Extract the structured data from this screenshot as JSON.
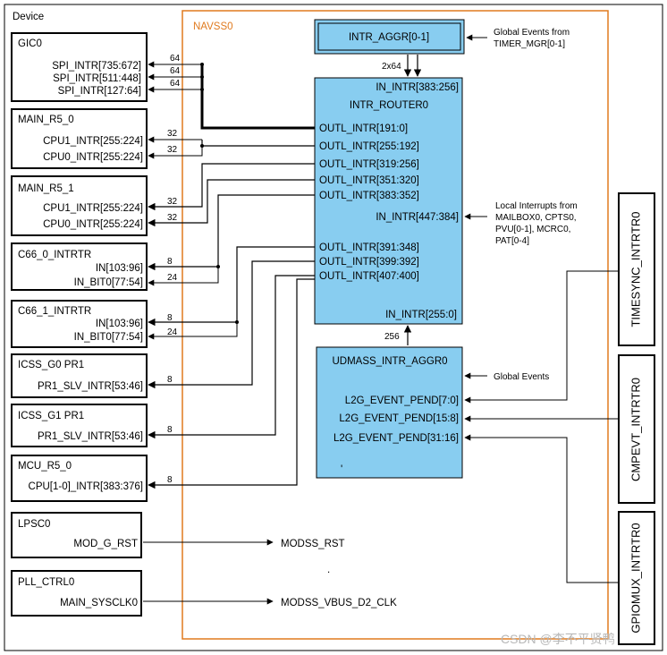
{
  "device_label": "Device",
  "navss_label": "NAVSS0",
  "accent_colors": {
    "navss_border": "#e07a1f",
    "block_fill": "#88cdf0"
  },
  "intr_aggr": {
    "title": "INTR_AGGR[0-1]",
    "note_line1": "Global Events from",
    "note_line2": "TIMER_MGR[0-1]",
    "bus_width": "2x64"
  },
  "router": {
    "in_top": "IN_INTR[383:256]",
    "title": "INTR_ROUTER0",
    "outl": [
      "OUTL_INTR[191:0]",
      "OUTL_INTR[255:192]",
      "OUTL_INTR[319:256]",
      "OUTL_INTR[351:320]",
      "OUTL_INTR[383:352]",
      "OUTL_INTR[391:348]",
      "OUTL_INTR[399:392]",
      "OUTL_INTR[407:400]"
    ],
    "in_local": "IN_INTR[447:384]",
    "in_bottom": "IN_INTR[255:0]",
    "local_note": [
      "Local Interrupts from",
      "MAILBOX0, CPTS0,",
      "PVU[0-1], MCRC0,",
      "PAT[0-4]"
    ]
  },
  "udmass": {
    "title": "UDMASS_INTR_AGGR0",
    "bus_up": "256",
    "global_events": "Global Events",
    "l2g": [
      "L2G_EVENT_PEND[7:0]",
      "L2G_EVENT_PEND[15:8]",
      "L2G_EVENT_PEND[31:16]"
    ],
    "tick": "'"
  },
  "blocks": {
    "gic0": {
      "title": "GIC0",
      "ports": [
        "SPI_INTR[735:672]",
        "SPI_INTR[511:448]",
        "SPI_INTR[127:64]"
      ],
      "widths": [
        "64",
        "64",
        "64"
      ]
    },
    "main_r5_0": {
      "title": "MAIN_R5_0",
      "ports": [
        "CPU1_INTR[255:224]",
        "CPU0_INTR[255:224]"
      ],
      "widths": [
        "32",
        "32"
      ]
    },
    "main_r5_1": {
      "title": "MAIN_R5_1",
      "ports": [
        "CPU1_INTR[255:224]",
        "CPU0_INTR[255:224]"
      ],
      "widths": [
        "32",
        "32"
      ]
    },
    "c66_0": {
      "title": "C66_0_INTRTR",
      "ports": [
        "IN[103:96]",
        "IN_BIT0[77:54]"
      ],
      "widths": [
        "8",
        "24"
      ]
    },
    "c66_1": {
      "title": "C66_1_INTRTR",
      "ports": [
        "IN[103:96]",
        "IN_BIT0[77:54]"
      ],
      "widths": [
        "8",
        "24"
      ]
    },
    "icss_g0": {
      "title": "ICSS_G0 PR1",
      "ports": [
        "PR1_SLV_INTR[53:46]"
      ],
      "widths": [
        "8"
      ]
    },
    "icss_g1": {
      "title": "ICSS_G1 PR1",
      "ports": [
        "PR1_SLV_INTR[53:46]"
      ],
      "widths": [
        "8"
      ]
    },
    "mcu_r5_0": {
      "title": "MCU_R5_0",
      "ports": [
        "CPU[1-0]_INTR[383:376]"
      ],
      "widths": [
        "8"
      ]
    },
    "lpsc0": {
      "title": "LPSC0",
      "port": "MOD_G_RST",
      "dest": "MODSS_RST"
    },
    "pll_ctrl0": {
      "title": "PLL_CTRL0",
      "port": "MAIN_SYSCLK0",
      "dest": "MODSS_VBUS_D2_CLK"
    }
  },
  "side_blocks": [
    "TIMESYNC_INTRTR0",
    "CMPEVT_INTRTR0",
    "GPIOMUX_INTRTR0"
  ],
  "stray_dot": ".",
  "watermark": "CSDN @李不平贤鸭"
}
